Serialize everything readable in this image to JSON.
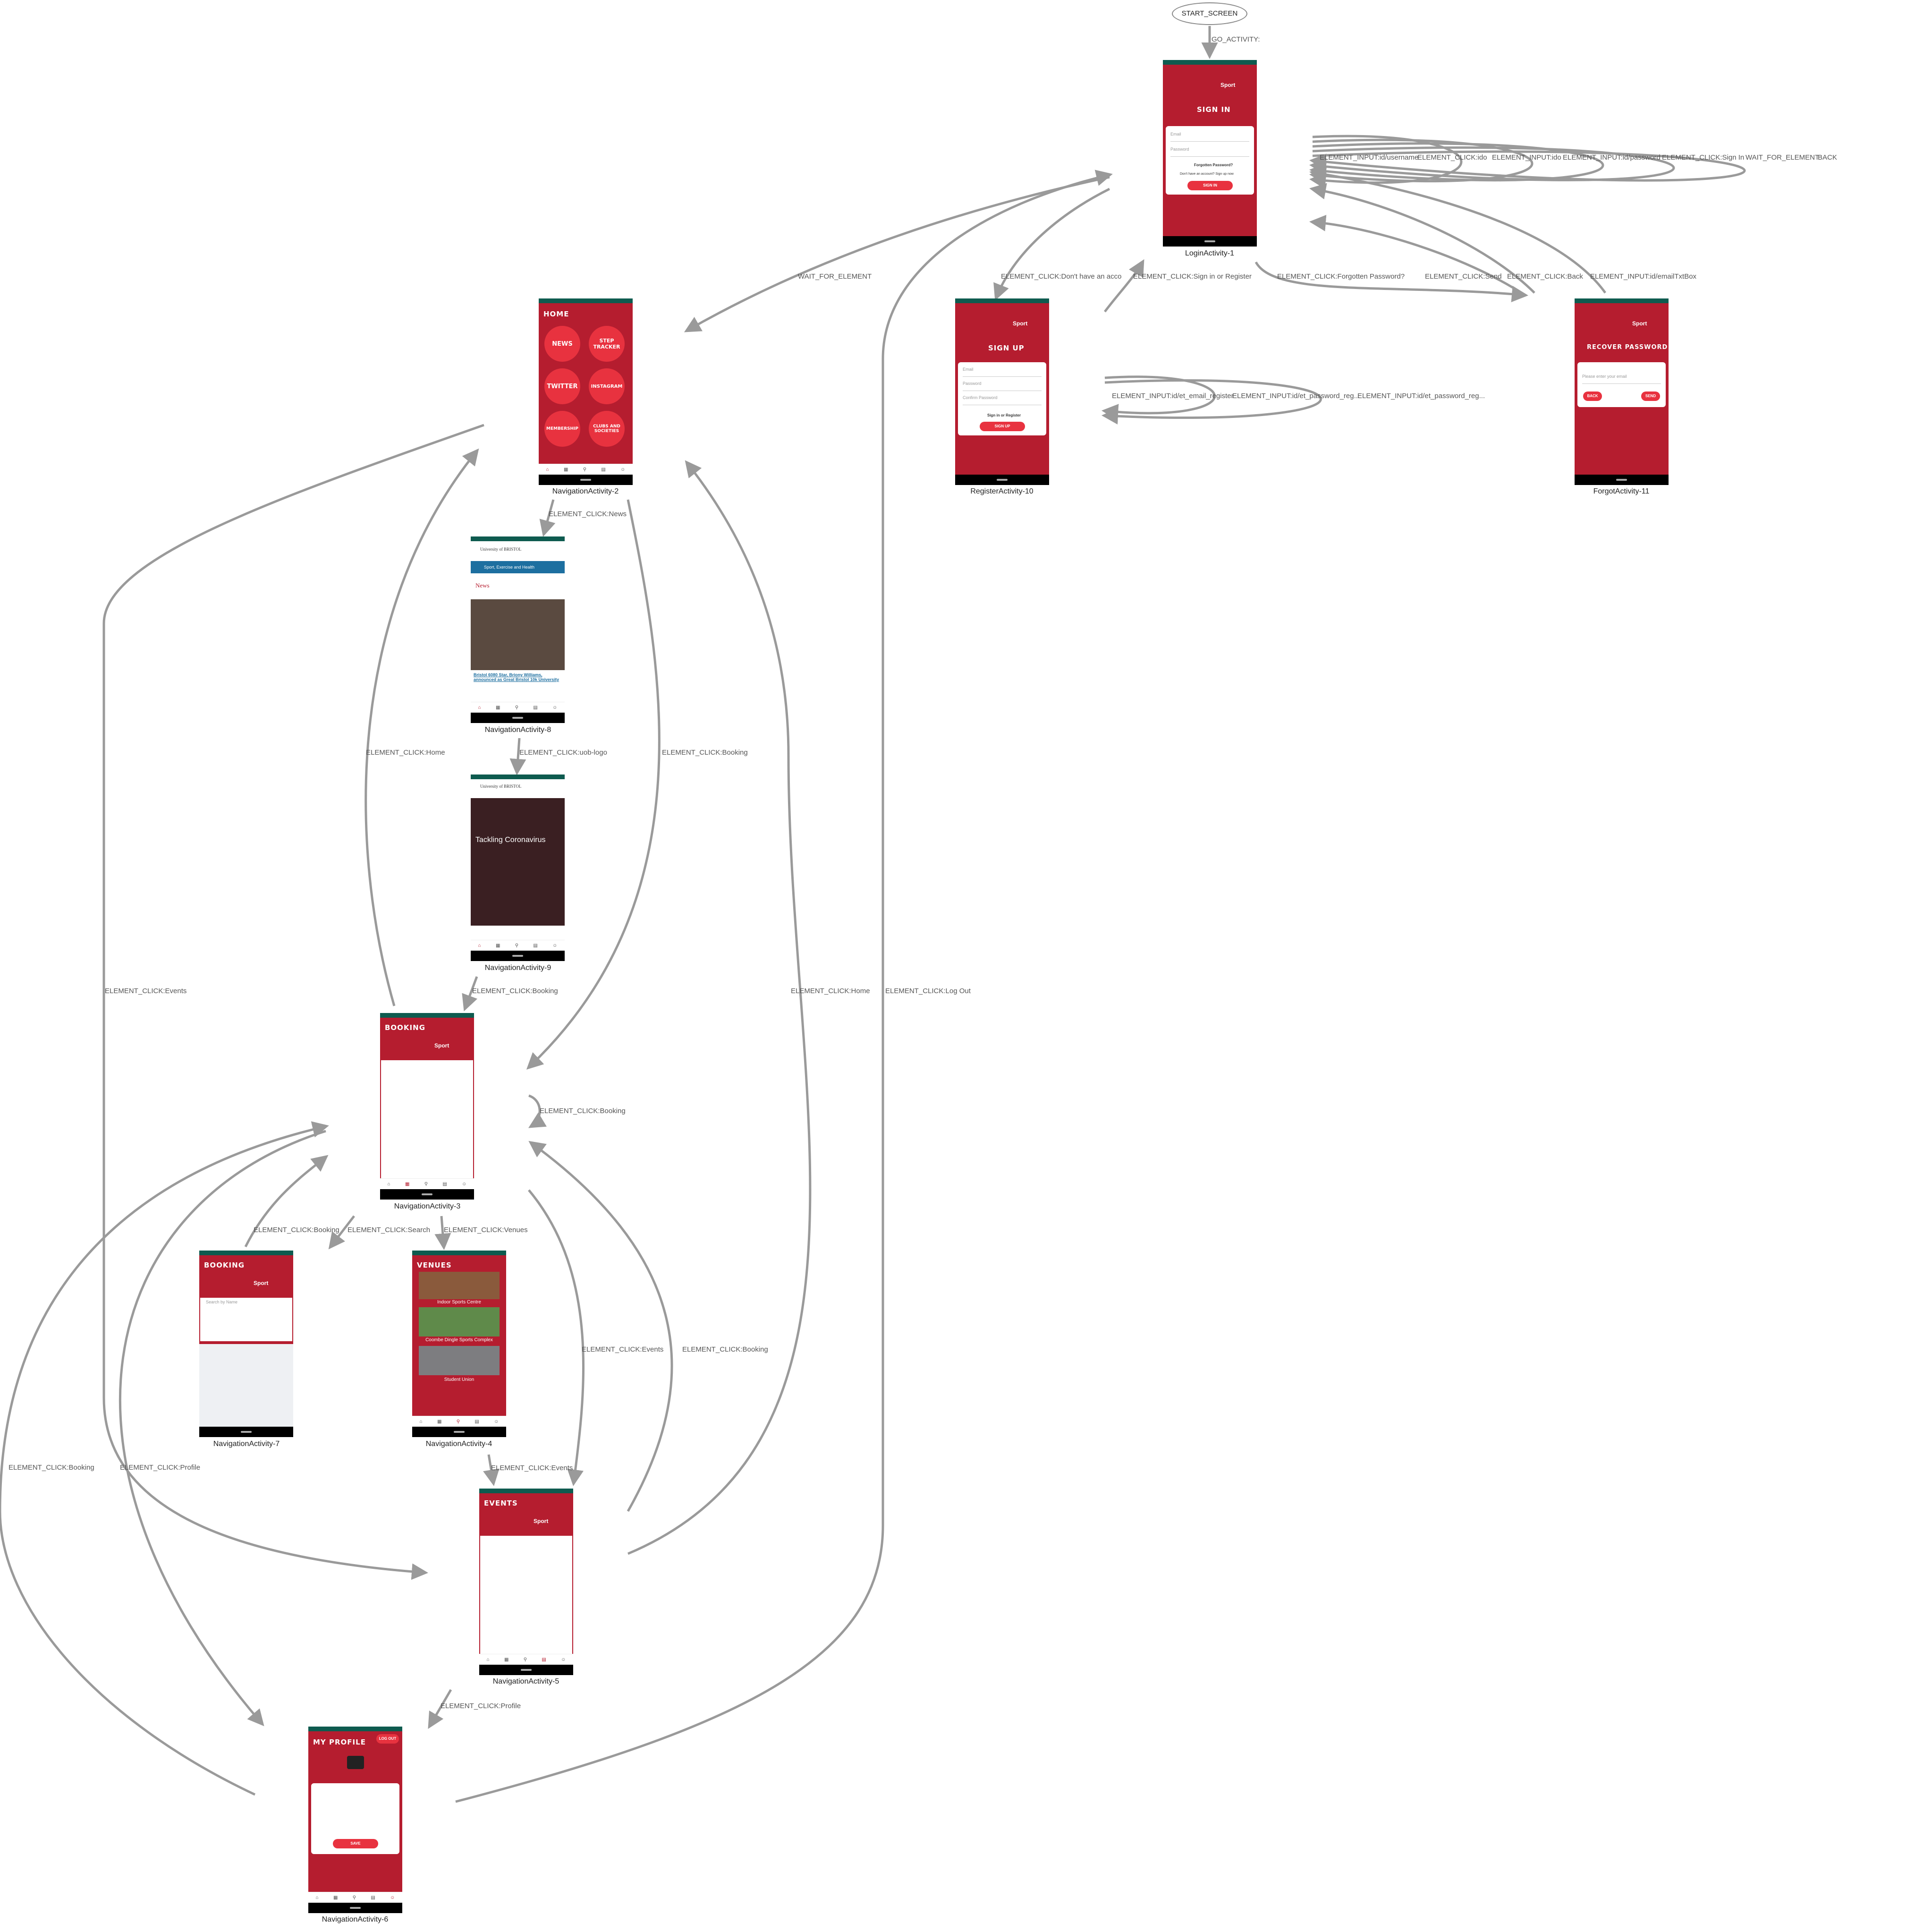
{
  "start_label": "START_SCREEN",
  "nodes": {
    "login": "LoginActivity-1",
    "nav2": "NavigationActivity-2",
    "register": "RegisterActivity-10",
    "forgot": "ForgotActivity-11",
    "nav8": "NavigationActivity-8",
    "nav9": "NavigationActivity-9",
    "nav3": "NavigationActivity-3",
    "nav7": "NavigationActivity-7",
    "nav4": "NavigationActivity-4",
    "nav5": "NavigationActivity-5",
    "nav6": "NavigationActivity-6"
  },
  "edges": {
    "go_activity": "GO_ACTIVITY:",
    "login_self_1": "ELEMENT_INPUT:id/username",
    "login_self_2": "ELEMENT_CLICK:ido",
    "login_self_3": "ELEMENT_INPUT:ido",
    "login_self_4": "ELEMENT_INPUT:id/password",
    "login_self_5": "ELEMENT_CLICK:Sign In",
    "login_self_6": "WAIT_FOR_ELEMENT",
    "login_self_7": "BACK",
    "wait_for_element": "WAIT_FOR_ELEMENT",
    "dont_have": "ELEMENT_CLICK:Don't have an acco",
    "sign_in_register": "ELEMENT_CLICK:Sign in or Register",
    "forgotten": "ELEMENT_CLICK:Forgotten Password?",
    "send": "ELEMENT_CLICK:Send",
    "back": "ELEMENT_CLICK:Back",
    "email_txt": "ELEMENT_INPUT:id/emailTxtBox",
    "reg_self_1": "ELEMENT_INPUT:id/et_email_register",
    "reg_self_2": "ELEMENT_INPUT:id/et_password_reg...",
    "reg_self_3": "ELEMENT_INPUT:id/et_password_reg...",
    "news": "ELEMENT_CLICK:News",
    "uob_logo": "ELEMENT_CLICK:uob-logo",
    "booking_9": "ELEMENT_CLICK:Booking",
    "home_3": "ELEMENT_CLICK:Home",
    "booking_2": "ELEMENT_CLICK:Booking",
    "events_2": "ELEMENT_CLICK:Events",
    "home_5": "ELEMENT_CLICK:Home",
    "logout": "ELEMENT_CLICK:Log Out",
    "booking_self": "ELEMENT_CLICK:Booking",
    "booking_7": "ELEMENT_CLICK:Booking",
    "search": "ELEMENT_CLICK:Search",
    "venues": "ELEMENT_CLICK:Venues",
    "events_3": "ELEMENT_CLICK:Events",
    "booking_5": "ELEMENT_CLICK:Booking",
    "events_4": "ELEMENT_CLICK:Events",
    "profile_5": "ELEMENT_CLICK:Profile",
    "booking_6": "ELEMENT_CLICK:Booking",
    "profile_3": "ELEMENT_CLICK:Profile"
  },
  "screens": {
    "sport": "Sport",
    "sign_in": "SIGN IN",
    "sign_up": "SIGN UP",
    "recover": "RECOVER PASSWORD",
    "email": "Email",
    "password": "Password",
    "confirm": "Confirm Password",
    "forgotten_pw": "Forgotten Password?",
    "dont_have": "Don't have an account? Sign up now",
    "sign_in_btn": "SIGN IN",
    "sign_in_reg": "Sign in or Register",
    "sign_up_btn": "SIGN UP",
    "enter_email": "Please enter your email",
    "back_btn": "BACK",
    "send_btn": "SEND",
    "home": "HOME",
    "news": "NEWS",
    "step": "STEP TRACKER",
    "twitter": "TWITTER",
    "instagram": "INSTAGRAM",
    "membership": "MEMBERSHIP",
    "clubs": "CLUBS AND SOCIETIES",
    "uob": "University of BRISTOL",
    "sport_ex": "Sport, Exercise and Health",
    "news_h": "News",
    "news_story": "Bristol 6080 Star, Briony Williams, announced as Great Bristol 10k University",
    "tackling": "Tackling Coronavirus",
    "booking": "BOOKING",
    "search_name": "Search by Name",
    "venues": "VENUES",
    "venue1": "Indoor Sports Centre",
    "venue2": "Coombe Dingle Sports Complex",
    "venue3": "Student Union",
    "events": "EVENTS",
    "profile": "MY PROFILE",
    "logout": "LOG OUT",
    "save": "SAVE"
  }
}
